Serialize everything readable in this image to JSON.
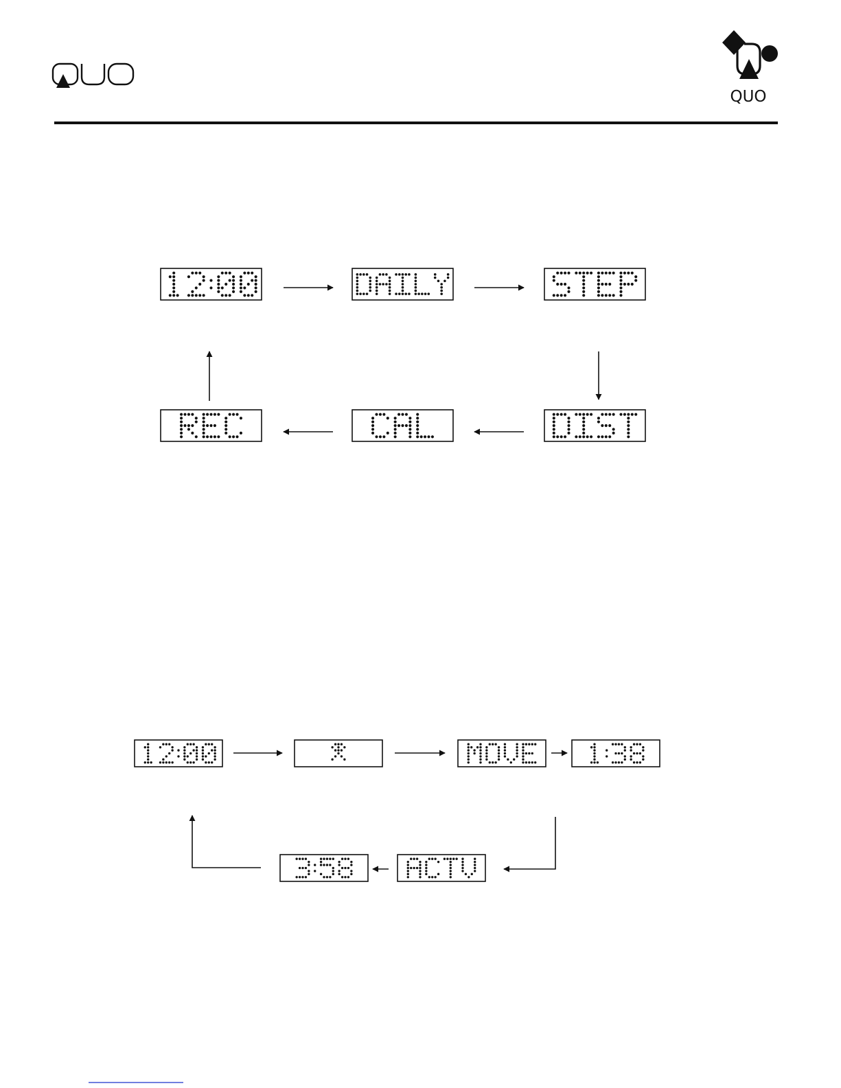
{
  "brand": {
    "name": "QUO"
  },
  "colors": {
    "ink": "#111111",
    "background": "#ffffff",
    "link": "#1a33cc"
  },
  "diagram1": {
    "boxes": [
      {
        "id": "time",
        "text": "12:00"
      },
      {
        "id": "daily",
        "text": "DAILY"
      },
      {
        "id": "step",
        "text": "STEP"
      },
      {
        "id": "dist",
        "text": "DIST"
      },
      {
        "id": "cal",
        "text": "CAL"
      },
      {
        "id": "rec",
        "text": "REC"
      }
    ]
  },
  "diagram2": {
    "boxes": [
      {
        "id": "time",
        "text": "12:00"
      },
      {
        "id": "person",
        "text": "",
        "icon": "walking-person-icon"
      },
      {
        "id": "move",
        "text": "MOVE"
      },
      {
        "id": "move_time",
        "text": "1:38"
      },
      {
        "id": "actv",
        "text": "ACTV"
      },
      {
        "id": "actv_time",
        "text": "3:58"
      }
    ]
  }
}
